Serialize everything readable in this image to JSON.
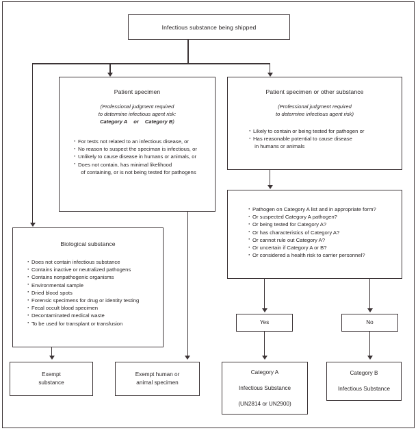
{
  "figure": {
    "title": "Infectious substance shipping classification flowchart"
  },
  "nodes": {
    "start": {
      "label": "Infectious substance being shipped"
    },
    "patient_specimen": {
      "title": "Patient specimen",
      "sub_line1": "(Professional judgment required",
      "sub_line2": "to determine infectious agent risk:",
      "sub_line3_a": "Category A",
      "sub_line3_or": "or",
      "sub_line3_b": "Category B",
      "sub_line3_close": ")",
      "bullets": [
        "For tests not related to an infectious disease, or",
        "No reason to suspect the speciman is infectious, or",
        "Unlikely to cause disease in humans or animals, or",
        "Does not contain, has minimal likelihood\n  of containing, or is not being tested for pathogens"
      ]
    },
    "patient_or_other": {
      "title": "Patient specimen or other substance",
      "sub_line1": "(Professional judgment required",
      "sub_line2": "to determine infectious agent risk)",
      "bullets": [
        "Likely to contain or being tested for pathogen or",
        "Has reasonable potential to cause disease\n in humans or animals"
      ]
    },
    "category_a_questions": {
      "bullets": [
        "Pathogen on Category A list and in appropriate form?",
        "Or suspected Category A pathogen?",
        "Or being tested for Category A?",
        "Or has characteristics of Category A?",
        "Or cannot rule out Category A?",
        "Or uncertain if Category A or B?",
        "Or considered a health risk to carrier personnel?"
      ]
    },
    "biological_substance": {
      "title": "Biological substance",
      "bullets": [
        "Does not contain infectious substance",
        "Contains inactive or neutralized pathogens",
        "Contains nonpathogenic organisms",
        "Environmental sample",
        "Dried blood spots",
        "Forensic specimens for drug or identity testing",
        "Fecal occult blood specimen",
        "Decontaminated medical waste",
        "To be used for transplant or transfusion"
      ]
    },
    "yes": {
      "label": "Yes"
    },
    "no": {
      "label": "No"
    },
    "exempt_substance": {
      "line1": "Exempt",
      "line2": "substance"
    },
    "exempt_human_animal": {
      "line1": "Exempt human or",
      "line2": "animal specimen"
    },
    "category_a_result": {
      "line1": "Category A",
      "line2": "Infectious Substance",
      "line3": "(UN2814  or  UN2900)"
    },
    "category_b_result": {
      "line1": "Category B",
      "line2": "Infectious Substance"
    }
  },
  "colors": {
    "line": "#3c3436",
    "text": "#231f20",
    "background": "#ffffff"
  }
}
